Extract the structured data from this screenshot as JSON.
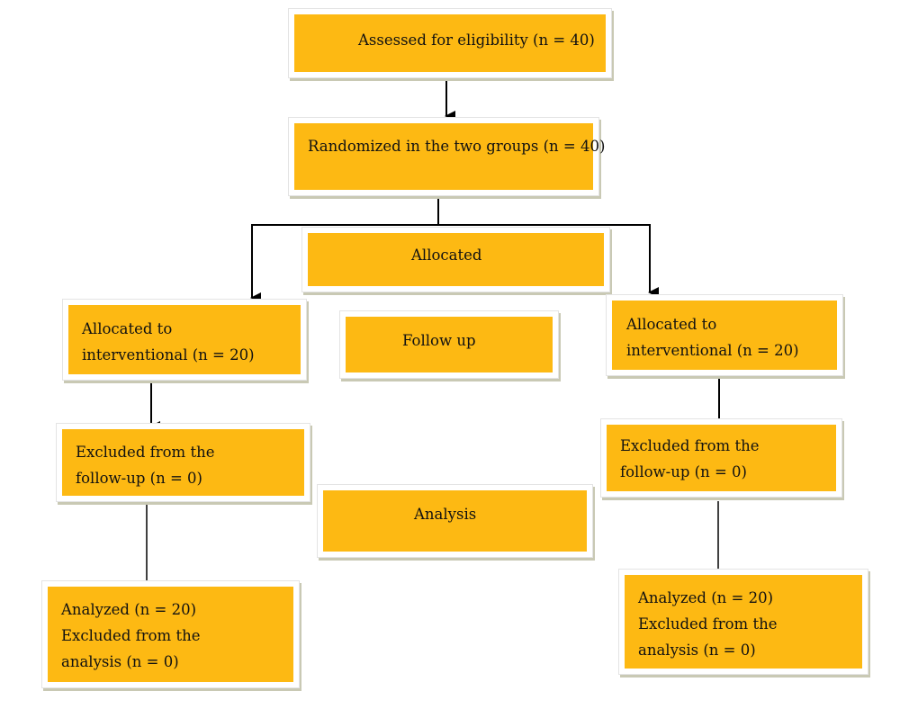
{
  "boxes": {
    "assessed": "Assessed for eligibility (n = 40)",
    "randomized": "Randomized in the two groups (n = 40)",
    "allocated_header": "Allocated",
    "left_allocated": [
      "Allocated to",
      "interventional (n = 20)"
    ],
    "right_allocated": [
      "Allocated to",
      "interventional (n = 20)"
    ],
    "followup_header": "Follow up",
    "left_excluded": [
      "Excluded from the",
      "follow-up (n = 0)"
    ],
    "right_excluded": [
      "Excluded from the",
      "follow-up (n = 0)"
    ],
    "analysis_header": "Analysis",
    "left_analyzed": [
      "Analyzed (n = 20)",
      "Excluded from the",
      "analysis (n = 0)"
    ],
    "right_analyzed": [
      "Analyzed (n = 20)",
      "Excluded from the",
      "analysis (n = 0)"
    ]
  },
  "colors": {
    "box_fill": "#fdb913",
    "line": "#000000"
  }
}
